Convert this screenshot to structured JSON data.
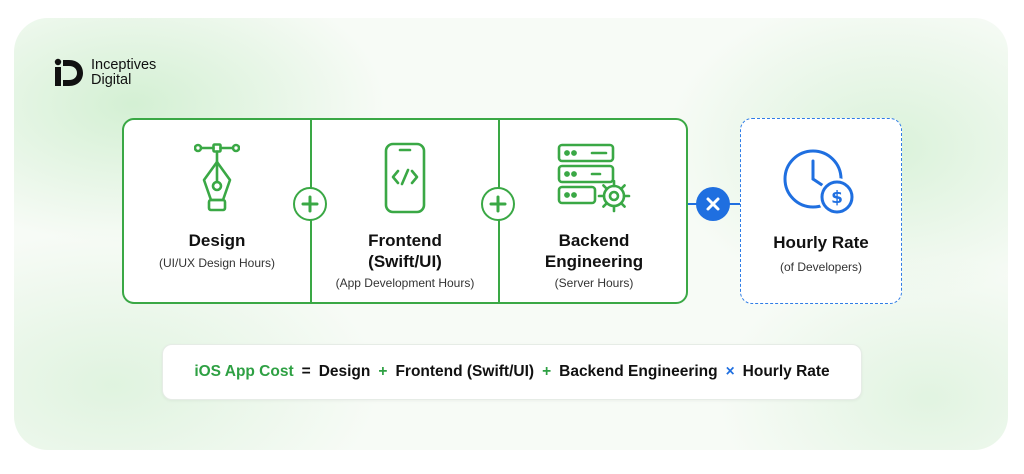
{
  "brand": {
    "line1": "Inceptives",
    "line2": "Digital"
  },
  "components": [
    {
      "label_lines": [
        "Design"
      ],
      "sub": "(UI/UX Design Hours)",
      "icon": "pen-tool-icon"
    },
    {
      "label_lines": [
        "Frontend",
        "(Swift/UI)"
      ],
      "sub": "(App Development Hours)",
      "icon": "smartphone-code-icon"
    },
    {
      "label_lines": [
        "Backend",
        "Engineering"
      ],
      "sub": "(Server Hours)",
      "icon": "server-gear-icon"
    }
  ],
  "rate": {
    "label": "Hourly Rate",
    "sub": "(of Developers)",
    "icon": "clock-dollar-icon"
  },
  "formula": {
    "lhs": "iOS App Cost",
    "eq": "=",
    "t1": "Design",
    "op1": "+",
    "t2": "Frontend (Swift/UI)",
    "op2": "+",
    "t3": "Backend Engineering",
    "op3": "×",
    "t4": "Hourly Rate"
  },
  "colors": {
    "green": "#3aa845",
    "blue": "#1f6fe0",
    "text": "#111111"
  }
}
